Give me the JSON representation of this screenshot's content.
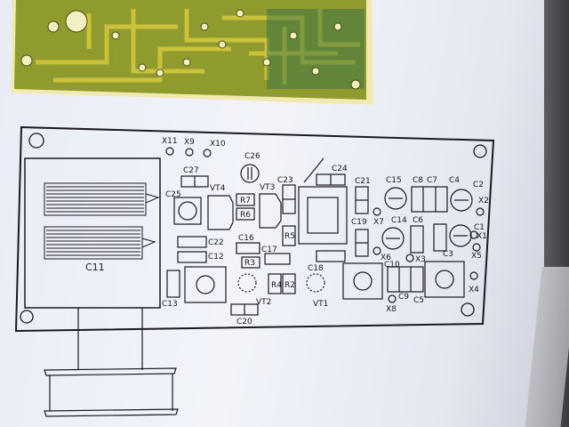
{
  "board_labels": {
    "X11": "X11",
    "X9": "X9",
    "X10": "X10",
    "C26": "C26",
    "C27": "C27",
    "C24": "C24",
    "C25": "C25",
    "VT4": "VT4",
    "VT3": "VT3",
    "C23": "C23",
    "R7": "R7",
    "R6": "R6",
    "C21": "C21",
    "C15": "C15",
    "C8": "C8",
    "C7": "C7",
    "C4": "C4",
    "C2": "C2",
    "X2": "X2",
    "X7": "X7",
    "C19": "C19",
    "C14": "C14",
    "C6": "C6",
    "C1": "C1",
    "X1": "X1",
    "R5": "R5",
    "C16": "C16",
    "C17": "C17",
    "C22": "C22",
    "C12": "C12",
    "R3": "R3",
    "X6": "X6",
    "X3": "X3",
    "C3": "C3",
    "X5": "X5",
    "C11": "C11",
    "C18": "C18",
    "C10": "C10",
    "R4": "R4",
    "R2": "R2",
    "C13": "C13",
    "VT2": "VT2",
    "VT1": "VT1",
    "C9": "C9",
    "C5": "C5",
    "X4": "X4",
    "X8": "X8",
    "C20": "C20"
  },
  "colors": {
    "pcb_green": "#8f9b2c",
    "pcb_copper": "#c9c23a",
    "ink": "#1a1a22",
    "paper": "#eef0f7"
  }
}
